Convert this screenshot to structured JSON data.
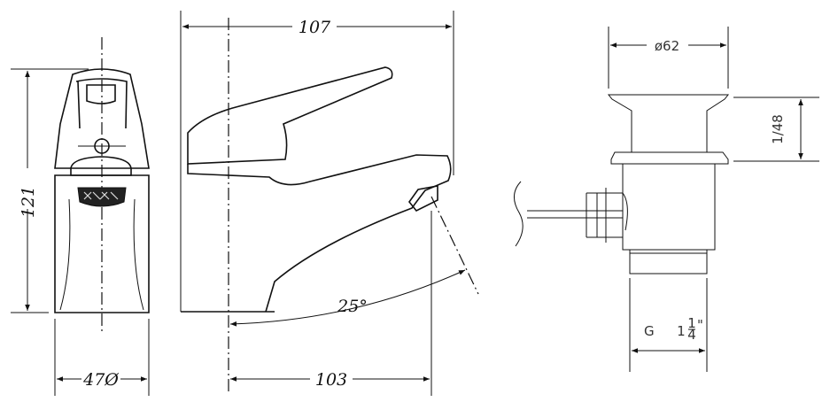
{
  "title": "Basin mixer and pop-up waste technical drawing",
  "dimensions": {
    "front_height": "121",
    "front_width": "47Ø",
    "side_overall_length": "107",
    "side_spout_reach": "103",
    "spout_angle": "25°",
    "waste_diameter": "ø62",
    "waste_height": "1/48",
    "waste_thread_prefix": "G  1",
    "waste_thread_num": "1",
    "waste_thread_den": "4",
    "waste_thread_suffix": "\""
  }
}
